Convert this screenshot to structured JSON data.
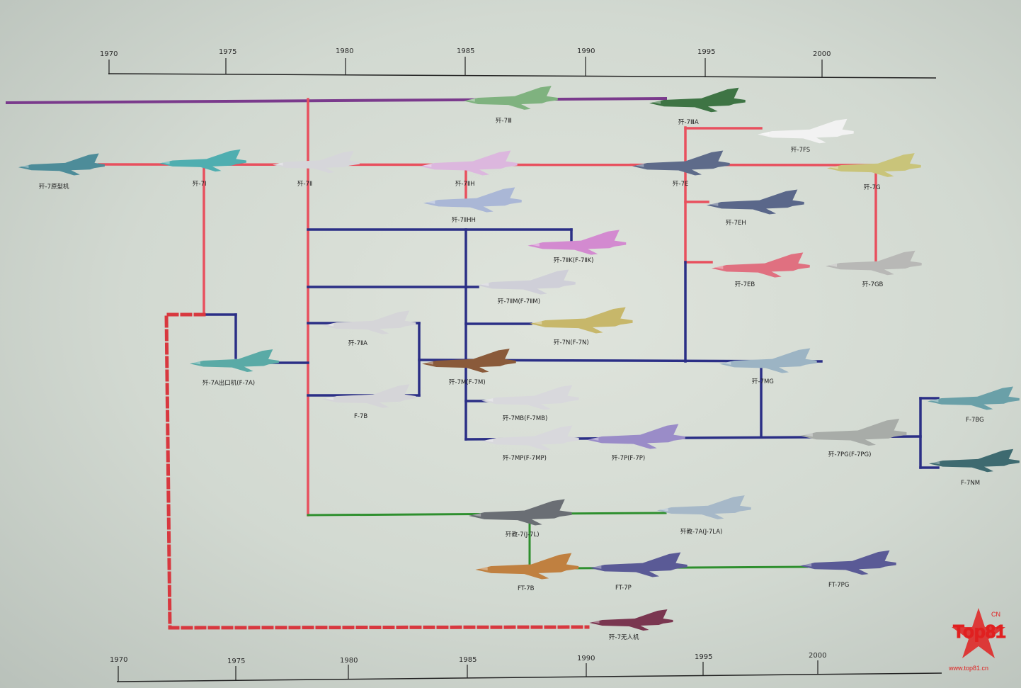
{
  "timeline": {
    "top_years": [
      "1970",
      "1975",
      "1980",
      "1985",
      "1990",
      "1995",
      "2000"
    ],
    "bottom_years": [
      "1970",
      "1975",
      "1980",
      "1985",
      "1990",
      "1995",
      "2000"
    ]
  },
  "colors": {
    "red": "#e8505e",
    "blue": "#2b2f86",
    "green": "#2e8f2e",
    "purple": "#7a3a8c",
    "dash": "#d8383f"
  },
  "aircraft": {
    "j7_proto": "歼-7原型机",
    "j7_1": "歼-7Ⅰ",
    "j7_2": "歼-7Ⅱ",
    "j7_3": "歼-7Ⅲ",
    "j7_3a": "歼-7ⅢA",
    "j7_fs": "歼-7FS",
    "j7_2h": "歼-7ⅡH",
    "j7_2hh": "歼-7ⅡHH",
    "j7_e": "歼-7E",
    "j7_g": "歼-7G",
    "j7_eh": "歼-7EH",
    "j7_2k": "歼-7ⅡK(F-7ⅡK)",
    "j7_2m": "歼-7ⅡM(F-7ⅡM)",
    "j7_n": "歼-7N(F-7N)",
    "j7_eb": "歼-7EB",
    "j7_gb": "歼-7GB",
    "j7_2a": "歼-7ⅡA",
    "j7_a_export": "歼-7A出口机(F-7A)",
    "j7_m": "歼-7M(F-7M)",
    "j7_mg": "歼-7MG",
    "f7b": "F-7B",
    "j7_mb": "歼-7MB(F-7MB)",
    "j7_mp": "歼-7MP(F-7MP)",
    "j7_p": "歼-7P(F-7P)",
    "j7_pg": "歼-7PG(F-7PG)",
    "f7bg": "F-7BG",
    "f7nm": "F-7NM",
    "jj7": "歼教-7(J-7L)",
    "jj7a": "歼教-7A(J-7LA)",
    "ft7b": "FT-7B",
    "ft7p": "FT-7P",
    "ft7pg": "FT-7PG",
    "j7_drone": "歼-7无人机"
  },
  "watermark": {
    "logo": "Top81",
    "cn": "CN",
    "url": "www.top81.cn"
  }
}
